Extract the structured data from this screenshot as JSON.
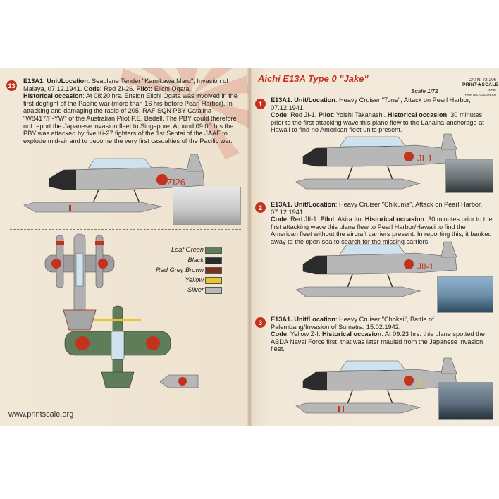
{
  "header": {
    "title": "Aichi E13A Type 0 \"Jake\"",
    "scale": "Scale 1/72",
    "catalog": "CATN: 72-206",
    "brand": "PRINT★SCALE",
    "url_small": "INFO: PRINTSCALEDSN.RU"
  },
  "entries": {
    "e13": {
      "number": "13",
      "type": "E13A1.",
      "unit_label": "Unit/Location",
      "unit_value": ": Seaplane Tender \"Kamikawa Maru\", Invasion of Malaya, 07.12.1941.",
      "code_label": "Code:",
      "code_value": " Red ZI-26.",
      "pilot_label": "Pilot:",
      "pilot_value": " Eiichi Ogata.",
      "hist_label": "Historical occasion",
      "hist_value": ": At 08:20 hrs. Ensign Eiichi Ogata was involved in the first dogfight of the Pacific war (more than 16 hrs before Pearl Harbor). In attacking and damaging the radio of  205. RAF SQN PBY Catalina \"W8417/F-YW\" of the Australian Pilot P.E. Bedell.  The PBY could therefore not report the Japanese invasion fleet to Singapore. Around 09:00 hrs the PBY was attacked by five Ki-27 fighters of the 1st Sentai of the JAAF to explode mid-air and to become the very first casualties of the Pacific war.",
      "code_marking": "ZI26"
    },
    "e1": {
      "number": "1",
      "type": "E13A1.",
      "unit_label": "Unit/Location",
      "unit_value": ": Heavy Cruiser \"Tone\", Attack on Pearl Harbor, 07.12.1941.",
      "code_label": "Code",
      "code_value": ": Red JI-1.",
      "pilot_label": "Pilot",
      "pilot_value": ": Yoishi Takahashi.",
      "hist_label": "Historical occasion",
      "hist_value": ": 30 minutes prior to the first attacking wave this plane flew to the  Lahaina-anchorage at Hawaii to find no American fleet units present.",
      "code_marking": "JI-1"
    },
    "e2": {
      "number": "2",
      "type": "E13A1.",
      "unit_label": "Unit/Location",
      "unit_value": ": Heavy Cruiser \"Chikuma\", Attack on Pearl Harbor, 07.12.1941.",
      "code_label": "Code",
      "code_value": ": Red JII-1.",
      "pilot_label": "Pilot",
      "pilot_value": ": Akira Ito.",
      "hist_label": "Historical occasion",
      "hist_value": ": 30 minutes prior to the first attacking wave this plane flew to Pearl Harbor/Hawaii to find the American fleet without the aircraft carriers present. In reporting this, it banked away to the open sea to search for the missing carriers.",
      "code_marking": "JII-1"
    },
    "e3": {
      "number": "3",
      "type": "E13A1.",
      "unit_label": "Unit/Location",
      "unit_value": ": Heavy Cruiser \"Chokai\", Battle of Palembang/Invasion of Sumatra, 15.02.1942.",
      "code_label": "Code",
      "code_value": ": Yellow Z-I.",
      "hist_label": "Historical occasion",
      "hist_value": ": At 09:23 hrs. this plane spotted the ABDA Naval Force first, that was later mauled from the Japanese invasion fleet.",
      "code_marking": "Z-I"
    }
  },
  "legend": [
    {
      "label": "Leaf Green",
      "color": "#5f7d58"
    },
    {
      "label": "Black",
      "color": "#2a2a2a"
    },
    {
      "label": "Red Grey Brown",
      "color": "#7b3020"
    },
    {
      "label": "Yellow",
      "color": "#e8c52a"
    },
    {
      "label": "Silver",
      "color": "#b8b8b8"
    }
  ],
  "footer": {
    "website": "www.printscale.org"
  }
}
